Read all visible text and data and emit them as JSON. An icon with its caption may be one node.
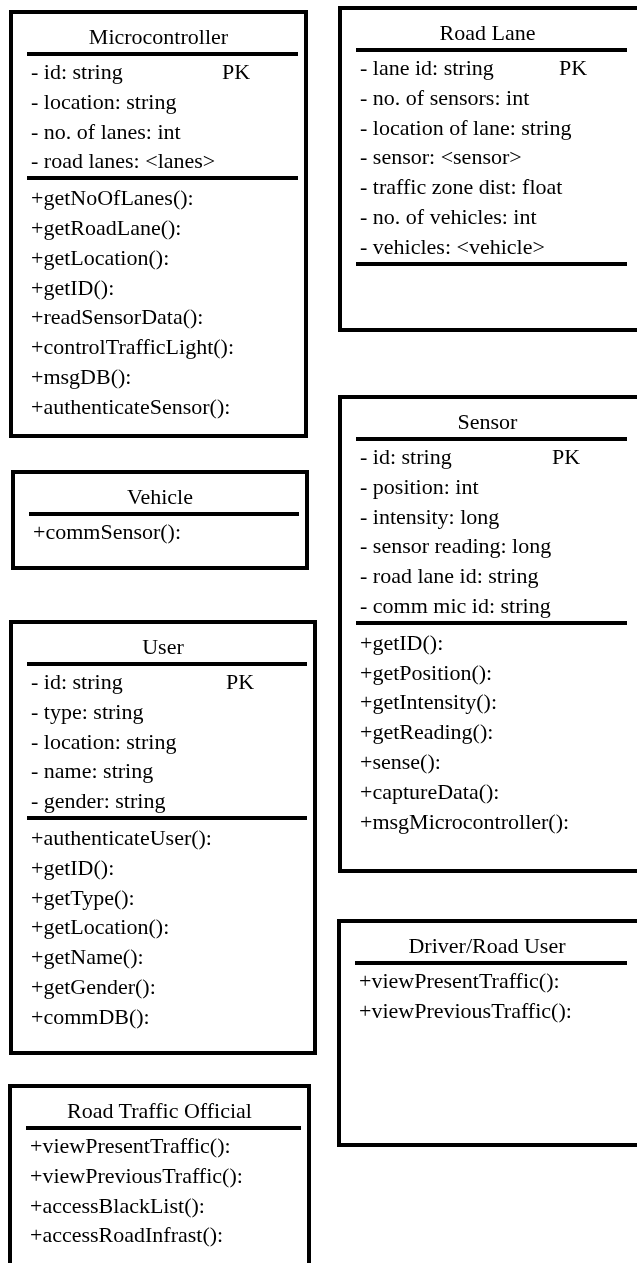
{
  "diagram": {
    "nodes": [
      {
        "text": [
          "Microcontroller",
          "- id: string",
          "PK",
          "- location: string",
          "- no. of lanes: int",
          "- road lanes: <lanes>",
          "+getNoOfLanes():",
          "+getRoadLane():",
          "+getLocation():",
          "+getID():",
          "+readSensorData():",
          "+controlTrafficLight():",
          "+msgDB():",
          "+authenticateSensor():"
        ]
      },
      {
        "text": [
          "Road Lane",
          "- lane id: string",
          "PK",
          "- no. of sensors: int",
          "- location of lane: string",
          "- sensor: <sensor>",
          "- traffic zone dist: float",
          "- no. of vehicles: int",
          "- vehicles: <vehicle>"
        ]
      },
      {
        "text": [
          "Vehicle",
          "+commSensor():"
        ]
      },
      {
        "text": [
          "Sensor",
          "- id: string",
          "PK",
          "- position: int",
          "- intensity: long",
          "- sensor reading: long",
          "- road lane id: string",
          "- comm mic id: string",
          "+getID():",
          "+getPosition():",
          "+getIntensity():",
          "+getReading():",
          "+sense():",
          "+captureData():",
          "+msgMicrocontroller():"
        ]
      },
      {
        "text": [
          "User",
          "- id: string",
          "PK",
          "- type: string",
          "- location: string",
          "- name: string",
          "- gender: string",
          "+authenticateUser():",
          "+getID():",
          "+getType():",
          "+getLocation():",
          "+getName():",
          "+getGender():",
          "+commDB():"
        ]
      },
      {
        "text": [
          "Driver/Road User",
          "+viewPresentTraffic():",
          "+viewPreviousTraffic():"
        ]
      },
      {
        "text": [
          "Road Traffic Official",
          "+viewPresentTraffic():",
          "+viewPreviousTraffic():",
          "+accessBlackList():",
          "+accessRoadInfrast():"
        ]
      }
    ]
  }
}
